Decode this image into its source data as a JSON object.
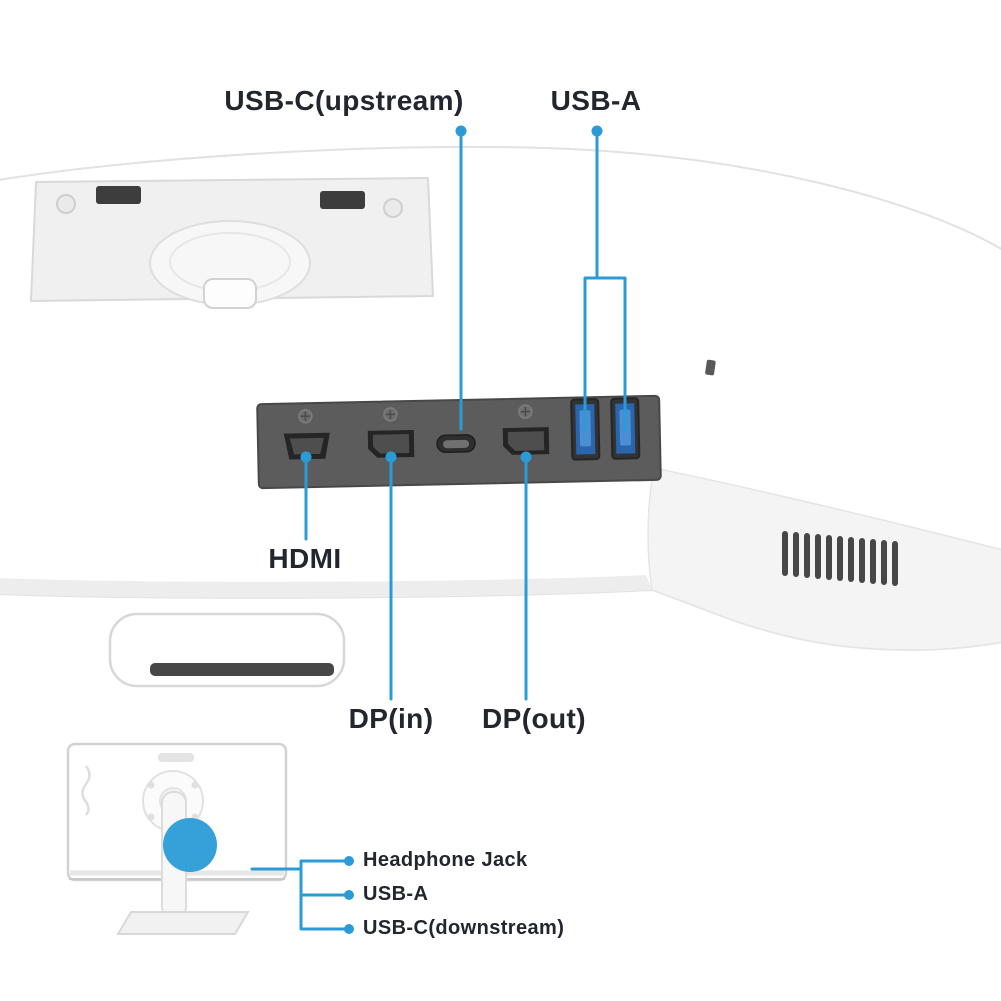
{
  "colors": {
    "background": "#ffffff",
    "accent_blue": "#2b9bd7",
    "label_text": "#23252f",
    "port_panel_gray": "#5c5c5c",
    "usb_port_blue": "#2a66ae",
    "usb_tongue_blue": "#4b8fd2"
  },
  "callouts": {
    "top": {
      "usb_c_upstream": "USB-C(upstream)",
      "usb_a": "USB-A"
    },
    "back_panel": {
      "hdmi": "HDMI",
      "dp_in": "DP(in)",
      "dp_out": "DP(out)"
    },
    "rear_detail": {
      "headphone_jack": "Headphone Jack",
      "usb_a": "USB-A",
      "usb_c_downstream": "USB-C(downstream)"
    }
  },
  "port_icons": [
    "hdmi-port",
    "dp-in-port",
    "usb-c-port",
    "dp-out-port",
    "usb-a-port",
    "usb-a-port"
  ]
}
